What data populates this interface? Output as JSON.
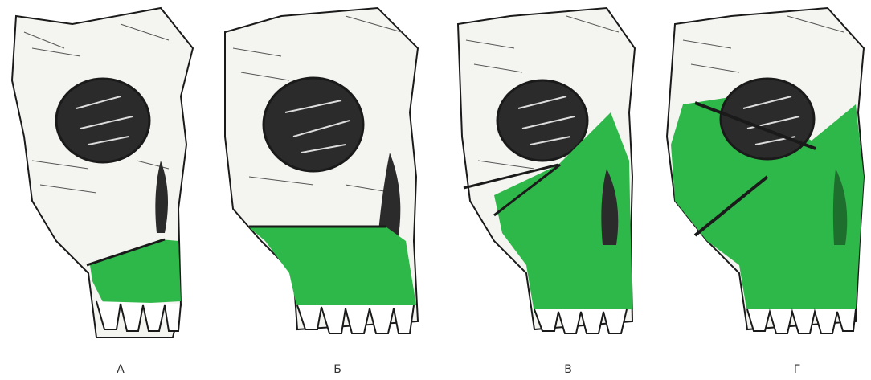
{
  "colors": {
    "bone": "#f4f4f0",
    "ink": "#1a1a1a",
    "fracture_zone": "#2fb84a",
    "orbit_dark": "#2b2b2b"
  },
  "panels": [
    {
      "label": "А"
    },
    {
      "label": "Б"
    },
    {
      "label": "В"
    },
    {
      "label": "Г"
    }
  ]
}
